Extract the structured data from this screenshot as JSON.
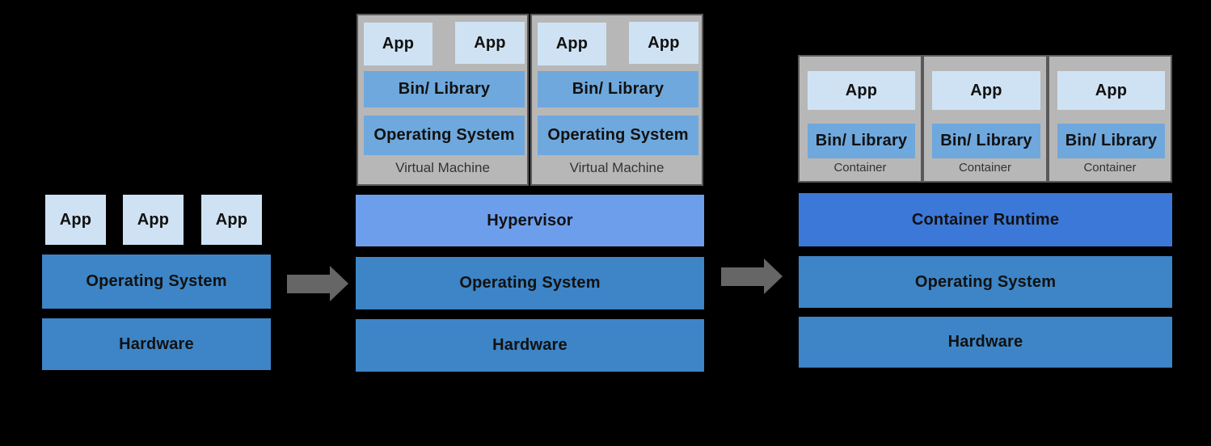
{
  "colors": {
    "background": "#000000",
    "app_box_fill": "#cfe2f3",
    "bin_library_blue": "#6fa8dc",
    "os_hardware_blue": "#3d85c6",
    "hypervisor_blue": "#6d9eeb",
    "container_runtime_blue": "#3c78d8",
    "panel_gray_fill": "#b7b7b7",
    "panel_border_gray": "#595959",
    "arrow_gray": "#666666"
  },
  "traditional_stack": {
    "apps": [
      "App",
      "App",
      "App"
    ],
    "operating_system": "Operating System",
    "hardware": "Hardware"
  },
  "virtualized_stack": {
    "vms": [
      {
        "apps": [
          "App",
          "App"
        ],
        "bin_library": "Bin/ Library",
        "operating_system": "Operating System",
        "caption": "Virtual Machine"
      },
      {
        "apps": [
          "App",
          "App"
        ],
        "bin_library": "Bin/ Library",
        "operating_system": "Operating System",
        "caption": "Virtual Machine"
      }
    ],
    "hypervisor": "Hypervisor",
    "operating_system": "Operating System",
    "hardware": "Hardware"
  },
  "container_stack": {
    "containers": [
      {
        "app": "App",
        "bin_library": "Bin/ Library",
        "caption": "Container"
      },
      {
        "app": "App",
        "bin_library": "Bin/ Library",
        "caption": "Container"
      },
      {
        "app": "App",
        "bin_library": "Bin/ Library",
        "caption": "Container"
      }
    ],
    "container_runtime": "Container Runtime",
    "operating_system": "Operating System",
    "hardware": "Hardware"
  }
}
